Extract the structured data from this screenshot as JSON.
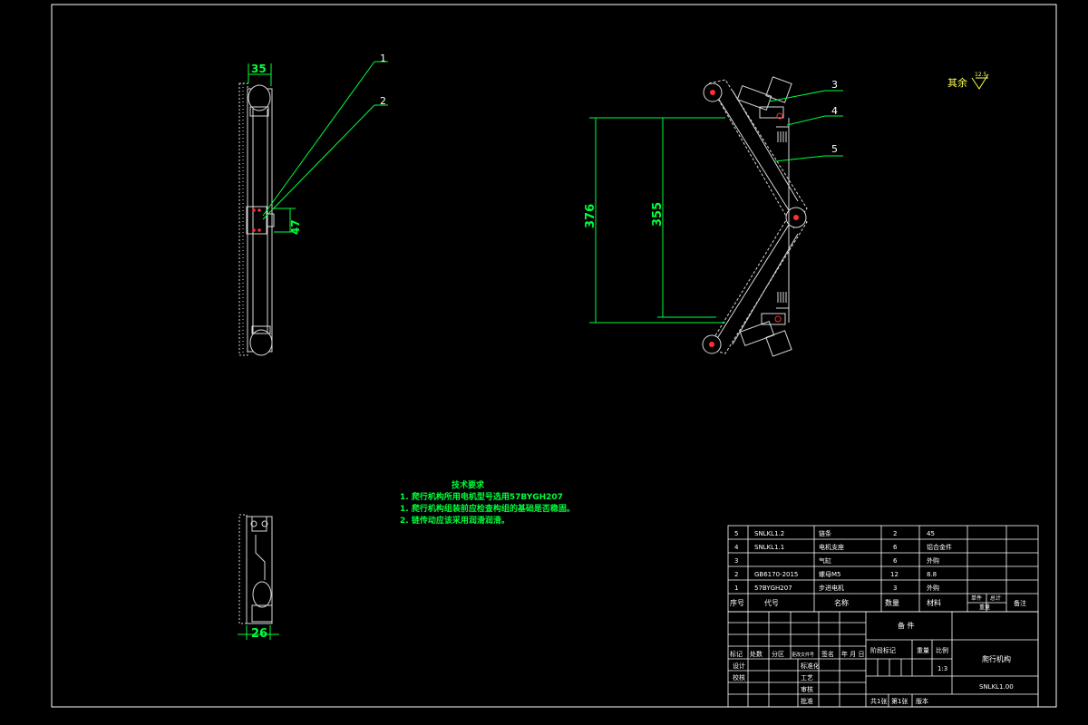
{
  "colors": {
    "background": "#000000",
    "frame": "#ffffff",
    "dimension": "#00ff3c",
    "hardware": "#d8d8d8",
    "hole": "#ff3030",
    "leader": "#00ff3c"
  },
  "side_view": {
    "dim_width": "35",
    "dim_height": "47",
    "callouts": [
      "1",
      "2"
    ]
  },
  "main_view": {
    "dim_outer": "376",
    "dim_inner": "355",
    "callouts": [
      "3",
      "4",
      "5"
    ]
  },
  "bottom_view": {
    "dim_width": "26"
  },
  "roughness": {
    "label": "其余",
    "value": "12.5"
  },
  "tech_requirements": {
    "title": "技术要求",
    "lines": [
      "1. 爬行机构所用电机型号选用57BYGH207",
      "1. 爬行机构组装前应检查构组的基础是否稳固。",
      "2. 链传动应该采用润滑润滑。"
    ]
  },
  "bom": {
    "rows": [
      {
        "no": "5",
        "code": "SNLKL1.2",
        "name": "链条",
        "qty": "2",
        "material": "45"
      },
      {
        "no": "4",
        "code": "SNLKL1.1",
        "name": "电机支座",
        "qty": "6",
        "material": "铝合金件"
      },
      {
        "no": "3",
        "code": "",
        "name": "气缸",
        "qty": "6",
        "material": "外购"
      },
      {
        "no": "2",
        "code": "GB6170-2015",
        "name": "螺母M5",
        "qty": "12",
        "material": "8.8"
      },
      {
        "no": "1",
        "code": "57BYGH207",
        "name": "步进电机",
        "qty": "3",
        "material": "外购"
      }
    ],
    "header": {
      "no": "序号",
      "code": "代号",
      "name": "名称",
      "qty": "数量",
      "material": "材料",
      "unit_w": "单件",
      "total_w": "总计",
      "weight": "重量",
      "note": "备注"
    }
  },
  "title_block": {
    "material_mark": "备 件",
    "drawing_name": "爬行机构",
    "drawing_number": "SNLKL1.00",
    "scale": "1:3",
    "rev_headers": [
      "标记",
      "处数",
      "分区",
      "更改文件号",
      "签名",
      "年 月 日"
    ],
    "role_labels": [
      "设计",
      "校核",
      "审核",
      "工艺",
      "标准化",
      "批准"
    ],
    "stage_labels": [
      "阶段标记",
      "重量",
      "比例"
    ],
    "sheet_text": [
      "共1张",
      "第1张",
      "版本"
    ]
  }
}
